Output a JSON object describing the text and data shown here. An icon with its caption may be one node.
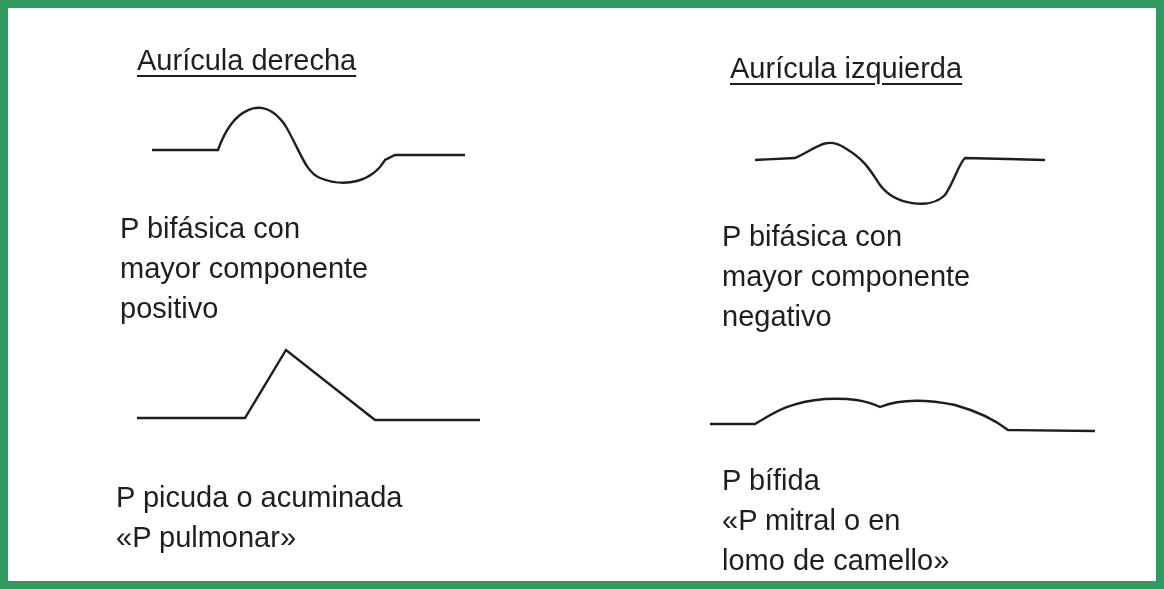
{
  "diagram": {
    "labels": [
      "Aurícula derecha",
      "Aurícula izquierda",
      "P bifásica con mayor componente positivo",
      "P bifásica con mayor componente negativo",
      "P picuda o acuminada",
      "«P pulmonar»",
      "P bífida",
      "«P mitral o en lomo de camello»"
    ]
  }
}
